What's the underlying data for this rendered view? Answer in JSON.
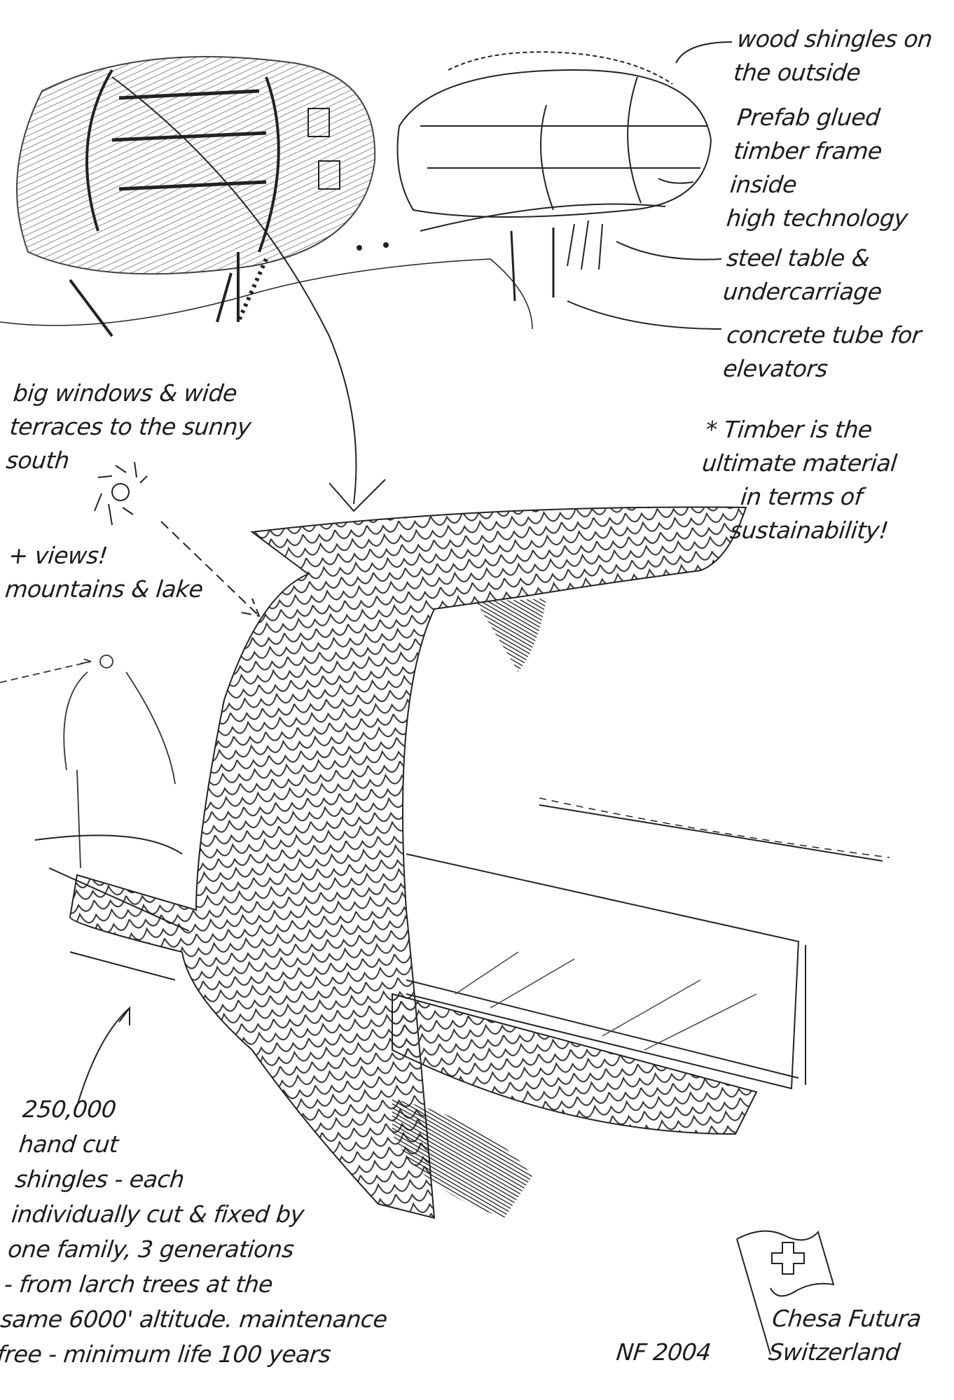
{
  "annotations": {
    "shingles_outside": [
      "wood shingles on",
      "the outside"
    ],
    "timber_frame": [
      "Prefab glued",
      "timber frame",
      "inside",
      "high technology"
    ],
    "steel_table": [
      "steel table &",
      "undercarriage"
    ],
    "concrete_tube": [
      "concrete tube for",
      "elevators"
    ],
    "windows": [
      "big windows & wide",
      "terraces to the sunny",
      "south"
    ],
    "views": [
      "+ views!",
      "mountains & lake"
    ],
    "timber": [
      "* Timber is the",
      "ultimate material",
      "in terms of",
      "sustainability!"
    ],
    "shingle_count": [
      "250,000",
      "hand cut",
      "shingles - each",
      "individually cut & fixed by",
      "one family, 3 generations",
      "- from larch trees at the",
      "same 6000' altitude. maintenance",
      "free - minimum life 100 years"
    ],
    "signature": "NF 2004",
    "project": [
      "Chesa Futura",
      "Switzerland"
    ]
  },
  "colors": {
    "ink": "#1c1c1c",
    "paper": "#ffffff"
  }
}
